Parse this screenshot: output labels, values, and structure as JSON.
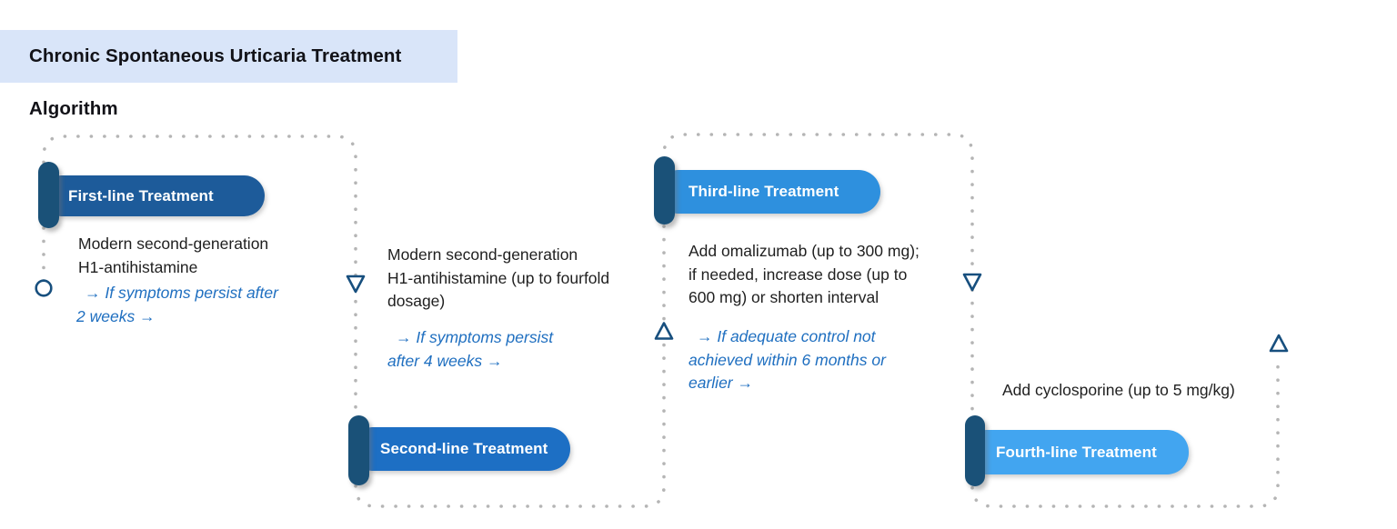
{
  "title": "Chronic Spontaneous Urticaria Treatment Algorithm",
  "colors": {
    "title_bg": "#d9e5f9",
    "title_text": "#121218",
    "body_text": "#1f1f1f",
    "condition_text": "#1f6fc0",
    "dot": "#b5b5b5",
    "marker_stroke": "#174f7e",
    "capsule": "#1a5178",
    "pill_1": "#1d5b9a",
    "pill_2": "#1d6fc4",
    "pill_3": "#2e90de",
    "pill_4": "#42a5f0"
  },
  "stages": [
    {
      "label": "First-line Treatment",
      "description_lines": [
        "Modern second-generation",
        "H1-antihistamine"
      ],
      "condition_lines": [
        "→ If symptoms persist after",
        "2 weeks →"
      ]
    },
    {
      "label": "Second-line Treatment",
      "description_lines": [
        "Modern second-generation",
        "H1-antihistamine (up to fourfold",
        "dosage)"
      ],
      "condition_lines": [
        "→ If symptoms persist",
        "after 4 weeks →"
      ]
    },
    {
      "label": "Third-line Treatment",
      "description_lines": [
        "Add omalizumab (up to 300 mg);",
        "if needed, increase dose (up to",
        "600 mg) or shorten interval"
      ],
      "condition_lines": [
        "→ If adequate control not",
        "achieved within 6 months or",
        "earlier →"
      ]
    },
    {
      "label": "Fourth-line Treatment",
      "description_lines": [
        "Add cyclosporine (up to 5 mg/kg)"
      ],
      "condition_lines": []
    }
  ]
}
